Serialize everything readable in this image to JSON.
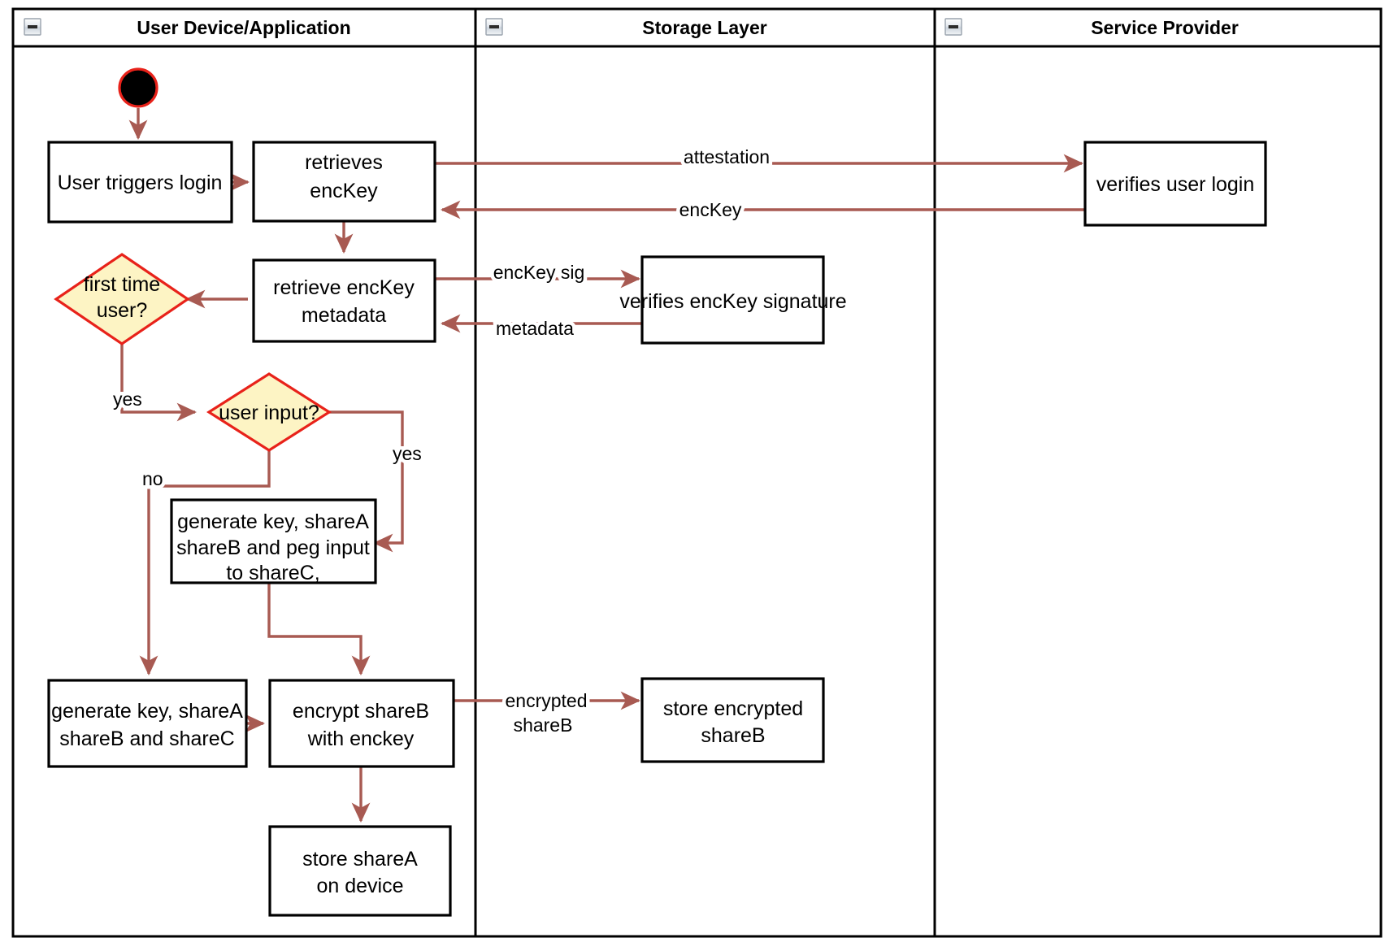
{
  "diagram": {
    "type": "uml-activity-swimlane",
    "title": "",
    "accent_colors": {
      "flow_arrow": "#a85a52",
      "decision_fill": "#fdf4c4",
      "decision_stroke": "#e8221a",
      "node_stroke": "#000000",
      "node_fill": "#ffffff",
      "start_fill": "#000000",
      "start_stroke": "#e8221a",
      "lane_stroke": "#000000"
    }
  },
  "lanes": [
    {
      "id": "lane-user-device",
      "label": "User Device/Application",
      "collapse_icon": "collapse-minus-icon"
    },
    {
      "id": "lane-storage",
      "label": "Storage Layer",
      "collapse_icon": "collapse-minus-icon"
    },
    {
      "id": "lane-service-provider",
      "label": "Service Provider",
      "collapse_icon": "collapse-minus-icon"
    }
  ],
  "nodes": {
    "start": {
      "kind": "initial-node",
      "label": ""
    },
    "user_triggers_login": {
      "kind": "action",
      "lines": [
        "User triggers login"
      ]
    },
    "retrieves_enckey": {
      "kind": "action",
      "lines": [
        "retrieves",
        "encKey"
      ]
    },
    "verifies_user_login": {
      "kind": "action",
      "lines": [
        "verifies user login"
      ]
    },
    "retrieve_enckey_metadata": {
      "kind": "action",
      "lines": [
        "retrieve encKey",
        "metadata"
      ]
    },
    "verifies_enckey_signature": {
      "kind": "action",
      "lines": [
        "verifies encKey signature"
      ]
    },
    "first_time_user": {
      "kind": "decision",
      "lines": [
        "first time",
        "user?"
      ]
    },
    "user_input": {
      "kind": "decision",
      "lines": [
        "user input?"
      ]
    },
    "generate_peg": {
      "kind": "action",
      "lines": [
        "generate key, shareA",
        "shareB and peg input",
        "to shareC,"
      ]
    },
    "generate_shares": {
      "kind": "action",
      "lines": [
        "generate key, shareA",
        "shareB and shareC"
      ]
    },
    "encrypt_shareb": {
      "kind": "action",
      "lines": [
        "encrypt shareB",
        "with enckey"
      ]
    },
    "store_encrypted_shareb": {
      "kind": "action",
      "lines": [
        "store encrypted",
        "shareB"
      ]
    },
    "store_sharea": {
      "kind": "action",
      "lines": [
        "store shareA",
        "on device"
      ]
    }
  },
  "edge_labels": {
    "attestation": "attestation",
    "enckey": "encKey",
    "enckey_sig": "encKey sig",
    "metadata": "metadata",
    "first_time_yes": "yes",
    "user_input_yes": "yes",
    "user_input_no": "no",
    "encrypted_shareb_l1": "encrypted",
    "encrypted_shareb_l2": "shareB"
  }
}
